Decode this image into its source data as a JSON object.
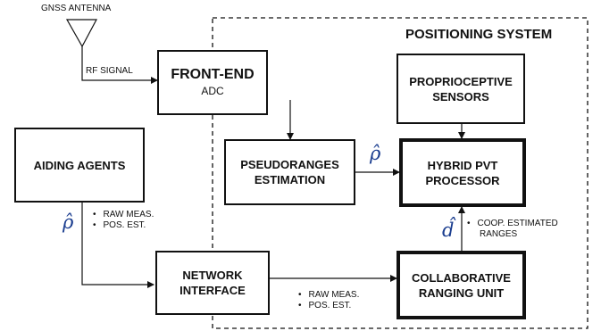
{
  "system_title": "POSITIONING SYSTEM",
  "antenna": {
    "label": "GNSS ANTENNA"
  },
  "signals": {
    "rf": "RF SIGNAL",
    "rho_hat": "ρ̂",
    "d_hat": "d̂"
  },
  "boxes": {
    "front_end": {
      "title": "FRONT-END",
      "subtitle": "ADC"
    },
    "proprioceptive": {
      "line1": "PROPRIOCEPTIVE",
      "line2": "SENSORS"
    },
    "aiding_agents": {
      "title": "AIDING AGENTS"
    },
    "pseudoranges": {
      "line1": "PSEUDORANGES",
      "line2": "ESTIMATION"
    },
    "hybrid_pvt": {
      "line1": "HYBRID PVT",
      "line2": "PROCESSOR"
    },
    "network_interface": {
      "line1": "NETWORK",
      "line2": "INTERFACE"
    },
    "collaborative": {
      "line1": "COLLABORATIVE",
      "line2": "RANGING UNIT"
    }
  },
  "bullets": {
    "aiding_out": [
      "RAW MEAS.",
      "POS. EST."
    ],
    "network_out": [
      "RAW MEAS.",
      "POS. EST."
    ],
    "coop_ranges": [
      "COOP. ESTIMATED",
      "RANGES"
    ]
  }
}
